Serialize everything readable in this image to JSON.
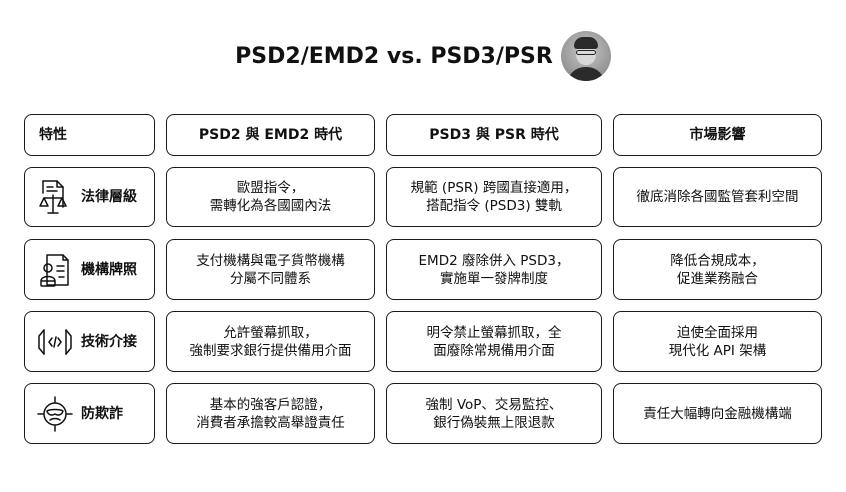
{
  "title": "PSD2/EMD2 vs. PSD3/PSR",
  "headers": {
    "feature": "特性",
    "psd2": "PSD2 與 EMD2 時代",
    "psd3": "PSD3 與 PSR 時代",
    "impact": "市場影響"
  },
  "rows": [
    {
      "icon": "law-document-scales-icon",
      "feature": "法律層級",
      "psd2": "歐盟指令，\n需轉化為各國國內法",
      "psd3": "規範 (PSR) 跨國直接適用，\n搭配指令 (PSD3) 雙軌",
      "impact": "徹底消除各國監管套利空間"
    },
    {
      "icon": "license-certificate-icon",
      "feature": "機構牌照",
      "psd2": "支付機構與電子貨幣機構\n分屬不同體系",
      "psd3": "EMD2 廢除併入 PSD3，\n實施單一發牌制度",
      "impact": "降低合規成本，\n促進業務融合"
    },
    {
      "icon": "code-interface-icon",
      "feature": "技術介接",
      "psd2": "允許螢幕抓取，\n強制要求銀行提供備用介面",
      "psd3": "明令禁止螢幕抓取，全\n面廢除常規備用介面",
      "impact": "迫使全面採用\n現代化 API 架構"
    },
    {
      "icon": "anti-fraud-mask-icon",
      "feature": "防欺詐",
      "psd2": "基本的強客戶認證，\n消費者承擔較高舉證責任",
      "psd3": "強制 VoP、交易監控、\n銀行偽裝無上限退款",
      "impact": "責任大幅轉向金融機構端"
    }
  ]
}
